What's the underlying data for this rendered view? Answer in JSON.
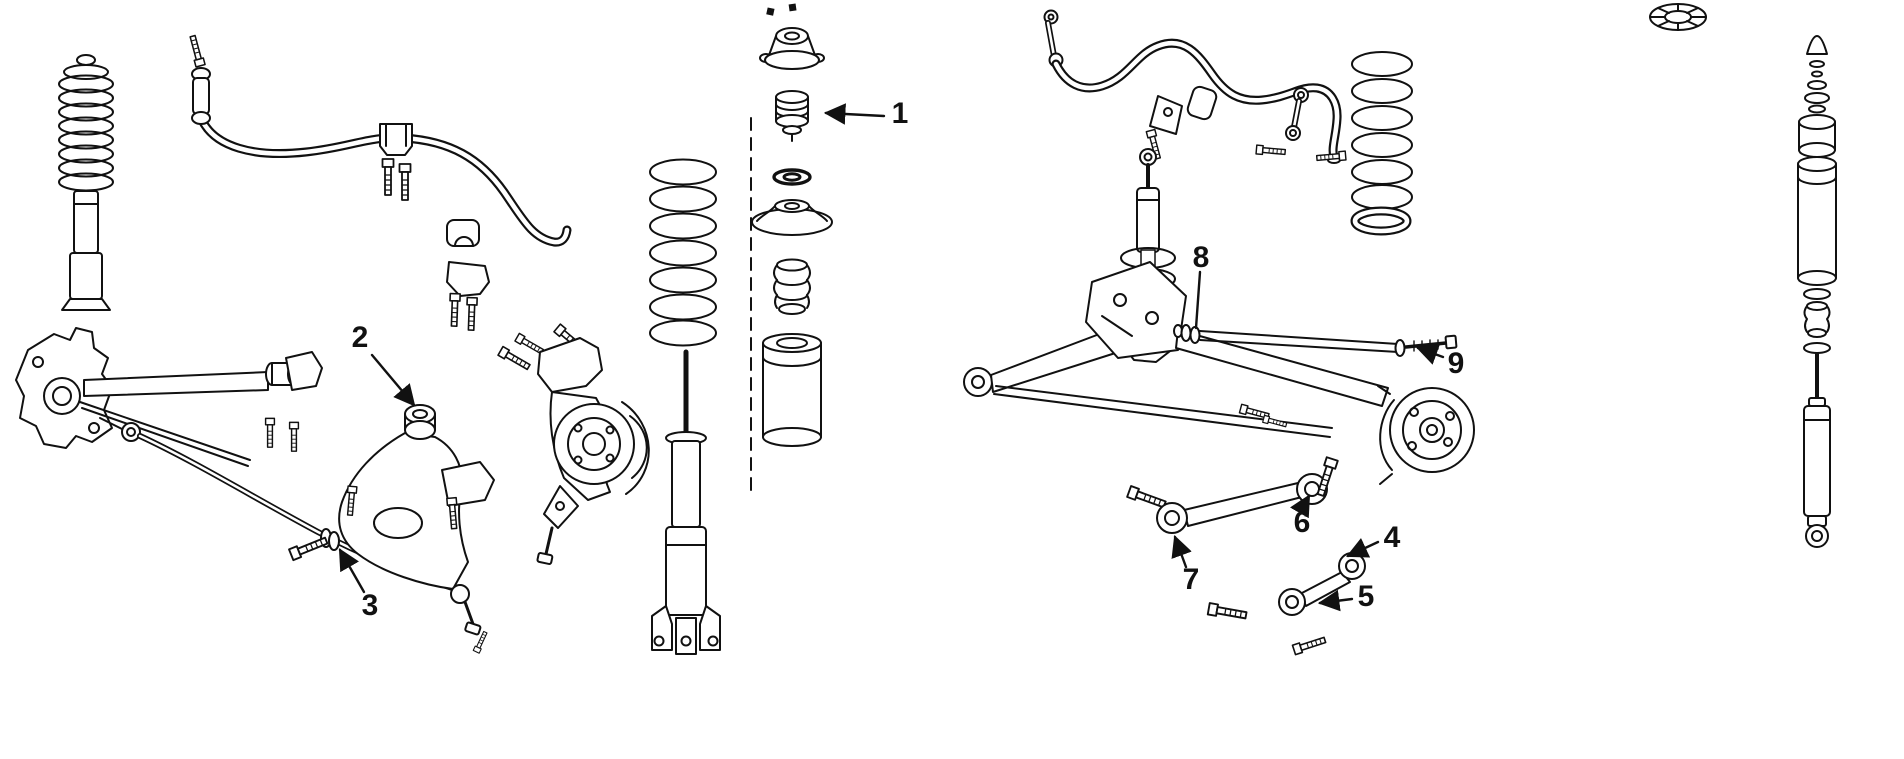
{
  "diagram": {
    "background": "#ffffff",
    "line_color": "#111111",
    "callouts": [
      {
        "label": "1"
      },
      {
        "label": "2"
      },
      {
        "label": "3"
      },
      {
        "label": "4"
      },
      {
        "label": "5"
      },
      {
        "label": "6"
      },
      {
        "label": "7"
      },
      {
        "label": "8"
      },
      {
        "label": "9"
      }
    ]
  }
}
